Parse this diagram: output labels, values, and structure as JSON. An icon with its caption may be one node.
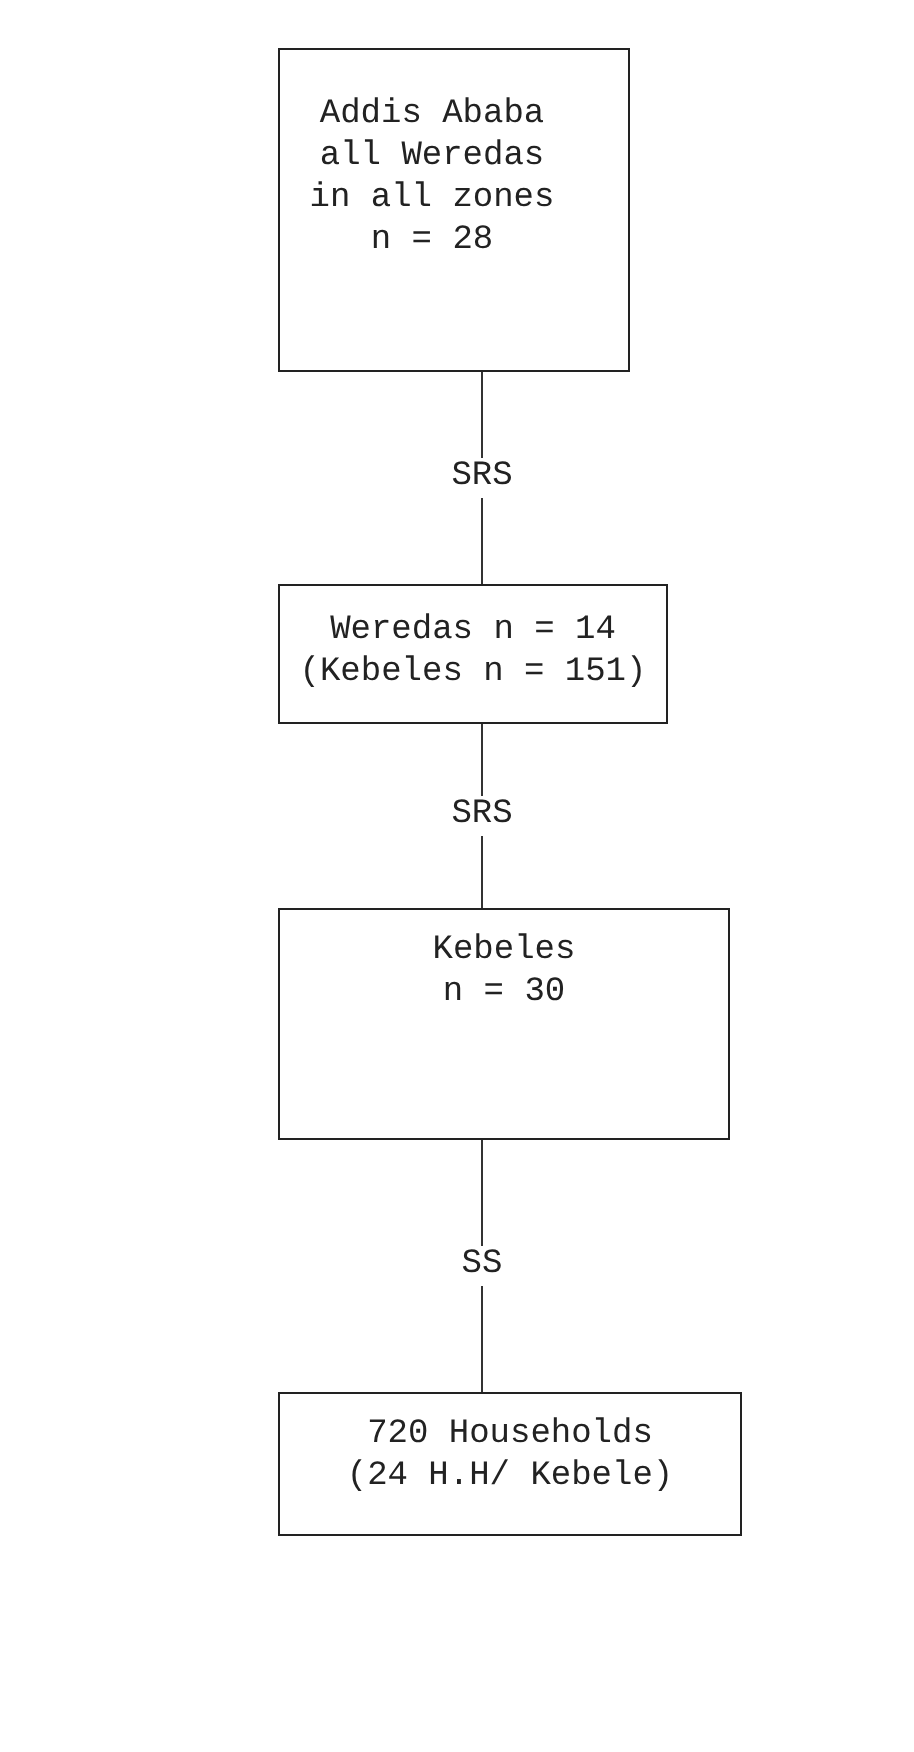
{
  "diagram": {
    "nodes": [
      {
        "text": [
          "Addis Ababa all Weredas in all zones",
          "n = 28"
        ]
      },
      {
        "text": [
          "Weredas n = 14",
          "(Kebeles n = 151)"
        ]
      },
      {
        "text": [
          "Kebeles",
          "n = 30"
        ]
      },
      {
        "text": [
          "720 Households",
          "(24 H.H/ Kebele)"
        ]
      }
    ],
    "edges": [
      {
        "from": 0,
        "to": 1,
        "arrow": "none",
        "label": "SRS"
      },
      {
        "from": 1,
        "to": 2,
        "arrow": "none",
        "label": "SRS"
      },
      {
        "from": 2,
        "to": 3,
        "arrow": "none",
        "label": "SS"
      }
    ]
  }
}
